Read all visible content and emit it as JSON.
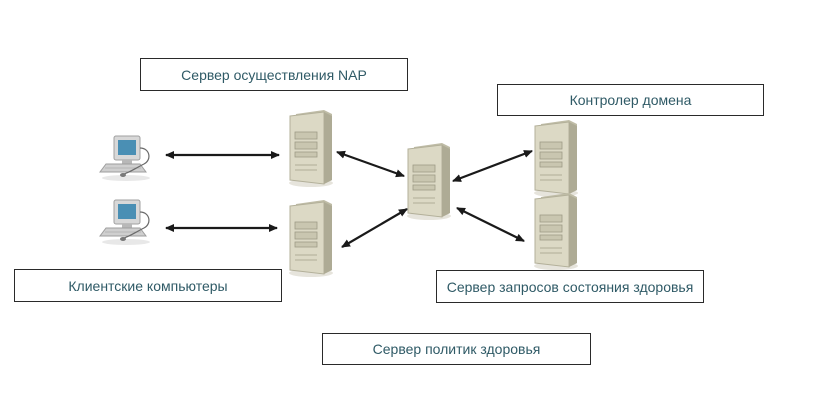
{
  "labels": {
    "nap_server": "Сервер осуществления NAP",
    "domain_controller": "Контролер домена",
    "client_computers": "Клиентские компьютеры",
    "health_registration_server": "Сервер запросов состояния здоровья",
    "health_policy_server": "Сервер политик здоровья"
  },
  "nodes": [
    {
      "id": "client-1",
      "icon": "desktop-computer-icon"
    },
    {
      "id": "client-2",
      "icon": "desktop-computer-icon"
    },
    {
      "id": "nap-server-1",
      "icon": "server-tower-icon"
    },
    {
      "id": "nap-server-2",
      "icon": "server-tower-icon"
    },
    {
      "id": "health-policy-server",
      "icon": "server-tower-icon"
    },
    {
      "id": "domain-controller",
      "icon": "server-tower-icon"
    },
    {
      "id": "health-registration-server",
      "icon": "server-tower-icon"
    }
  ],
  "edges": [
    {
      "from": "client-1",
      "to": "nap-server-1",
      "style": "bidirectional"
    },
    {
      "from": "client-2",
      "to": "nap-server-2",
      "style": "bidirectional"
    },
    {
      "from": "nap-server-1",
      "to": "health-policy-server",
      "style": "bidirectional"
    },
    {
      "from": "nap-server-2",
      "to": "health-policy-server",
      "style": "bidirectional"
    },
    {
      "from": "health-policy-server",
      "to": "domain-controller",
      "style": "bidirectional"
    },
    {
      "from": "health-policy-server",
      "to": "health-registration-server",
      "style": "bidirectional"
    }
  ],
  "colors": {
    "label_text": "#2f5a66",
    "label_border": "#2a2a2a",
    "arrow": "#1a1a1a",
    "server_body": "#d9d6c3",
    "server_shadow": "#a9a690",
    "monitor_screen": "#4a8fb4"
  }
}
